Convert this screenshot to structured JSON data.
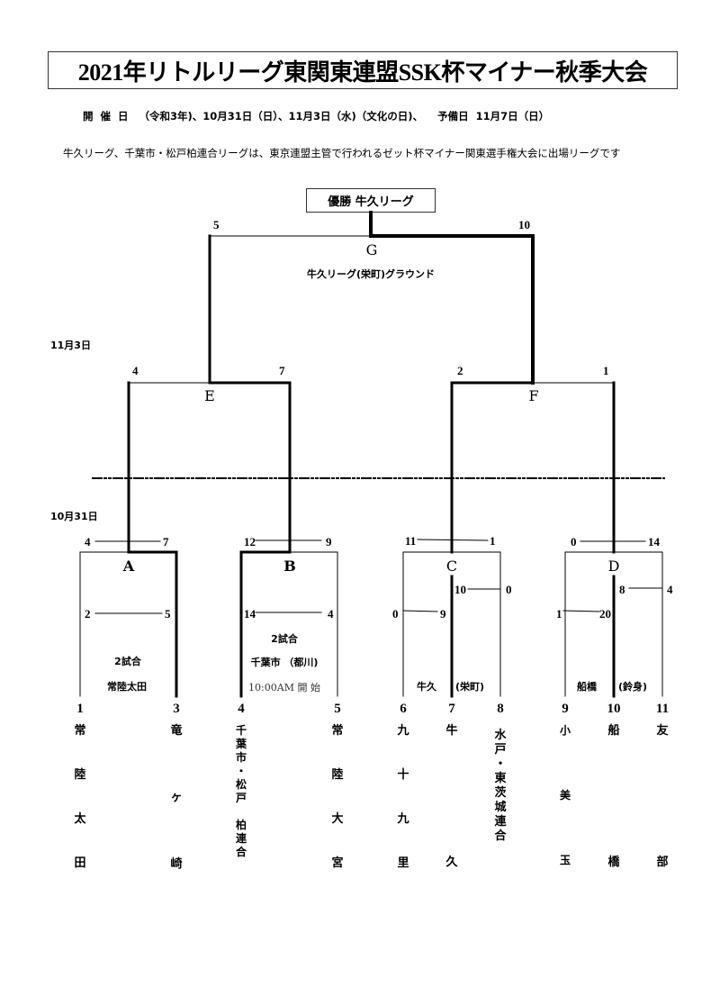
{
  "title": "2021年リトルリーグ東関東連盟SSK杯マイナー秋季大会",
  "dates_line": "開  催  日   （令和3年)、10月31日（日）、11月3日（水)（文化の日)、    予備日  11月7日（日）",
  "note": "牛久リーグ、千葉市・松戸柏連合リーグは、東京連盟主管で行われるゼット杯マイナー関東選手権大会に出場リーグです",
  "champion": "優勝  牛久リーグ",
  "round_dates": {
    "final_rounds": "11月3日",
    "first_rounds": "10月31日"
  },
  "games": {
    "G": {
      "label": "G",
      "venue": "牛久リーグ(栄町)グラウンド",
      "score_left": "5",
      "score_right": "10"
    },
    "E": {
      "label": "E",
      "score_left": "4",
      "score_right": "7"
    },
    "F": {
      "label": "F",
      "score_left": "2",
      "score_right": "1"
    },
    "A": {
      "label": "A",
      "score_left": "4",
      "score_right": "7",
      "inner_left": "2",
      "inner_right": "5",
      "note1": "2試合",
      "note2": "常陸太田"
    },
    "B": {
      "label": "B",
      "score_left": "12",
      "score_right": "9",
      "inner_left": "14",
      "inner_right": "4",
      "note1": "2試合",
      "note2": "千葉市  （都川)",
      "note3": "10:00AM 開 始"
    },
    "C": {
      "label": "C",
      "score_left": "11",
      "score_right": "1",
      "inner_left_a": "0",
      "inner_left_b": "9",
      "inner_right_a": "10",
      "inner_right_b": "0",
      "venue_left": "牛久",
      "venue_right": "(栄町)"
    },
    "D": {
      "label": "D",
      "score_left": "0",
      "score_right": "14",
      "inner_left_a": "1",
      "inner_left_b": "20",
      "inner_right_a": "8",
      "inner_right_b": "4",
      "venue_left": "船橋",
      "venue_right": "(鈴身)"
    }
  },
  "teams": [
    {
      "seed": "1",
      "name": [
        "常",
        "陸",
        "太",
        "田"
      ]
    },
    {
      "seed": "3",
      "name": [
        "竜",
        "ヶ",
        "崎"
      ]
    },
    {
      "seed": "4",
      "name": [
        "千",
        "葉",
        "市",
        "・",
        "松",
        "戸",
        "",
        "柏",
        "連",
        "合"
      ]
    },
    {
      "seed": "5",
      "name": [
        "常",
        "陸",
        "大",
        "宮"
      ]
    },
    {
      "seed": "6",
      "name": [
        "九",
        "十",
        "九",
        "里"
      ]
    },
    {
      "seed": "7",
      "name": [
        "牛",
        "久"
      ]
    },
    {
      "seed": "8",
      "name": [
        "水",
        "戸",
        "・",
        "東",
        "茨",
        "城",
        "連",
        "合"
      ]
    },
    {
      "seed": "9",
      "name": [
        "小",
        "美",
        "玉"
      ]
    },
    {
      "seed": "10",
      "name": [
        "船",
        "橋"
      ]
    },
    {
      "seed": "11",
      "name": [
        "友",
        "部"
      ]
    }
  ]
}
